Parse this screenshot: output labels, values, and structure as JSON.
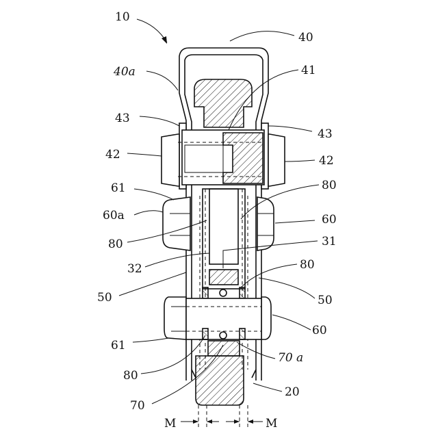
{
  "labels": {
    "l10": "10",
    "l40": "40",
    "l40a": "40a",
    "l41": "41",
    "l43L": "43",
    "l43R": "43",
    "l42L": "42",
    "l42R": "42",
    "l61T": "61",
    "l80T": "80",
    "l60a": "60a",
    "l60R": "60",
    "l80L": "80",
    "l31": "31",
    "l32": "32",
    "l80M": "80",
    "l50L": "50",
    "l50R": "50",
    "l60B": "60",
    "l61B": "61",
    "l70a": "70 a",
    "l80B": "80",
    "l20": "20",
    "l70": "70",
    "lML": "M",
    "lMR": "M"
  }
}
